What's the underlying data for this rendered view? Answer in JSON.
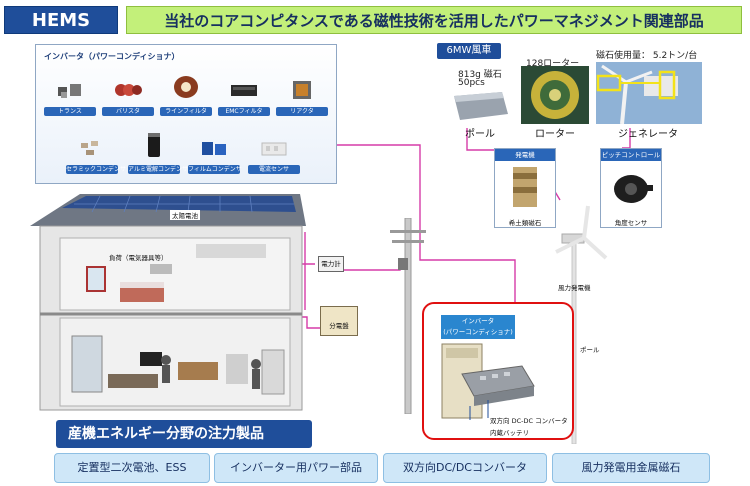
{
  "header": {
    "tag": "HEMS",
    "headline": "当社のコアコンピタンスである磁性技術を活用したパワーマネジメント関連部品"
  },
  "parts_panel": {
    "title": "インバータ（パワーコンディショナ）",
    "items": [
      "トランス",
      "バリスタ",
      "ラインフィルタ",
      "EMCフィルタ",
      "リアクタ",
      "セラミックコンデンサ",
      "アルミ電解コンデンサ",
      "フィルムコンデンサ",
      "電流センサ"
    ]
  },
  "wind": {
    "tag": "6MW風車",
    "magnet_weight": "813g 磁石",
    "magnet_count": "50pcs",
    "rotor_count": "128ローター",
    "magnet_usage": "磁石使用量： 5.2トン/台",
    "pole_label": "ポール",
    "rotor_label": "ローター",
    "generator_label": "ジェネレータ"
  },
  "side_boxes": {
    "generator": {
      "head": "発電機",
      "caption": "希土類磁石"
    },
    "pitch": {
      "head": "ピッチコントロール",
      "caption": "角度センサ"
    }
  },
  "house": {
    "solar_label": "太陽電池",
    "load_label": "負荷（電気器具等）",
    "meter_label": "電力計",
    "breaker_label": "分電盤"
  },
  "turbine_labels": {
    "generator": "風力発電機",
    "pole": "ポール"
  },
  "inverter": {
    "tag_line1": "インバータ",
    "tag_line2": "(パワーコンディショナ)",
    "dcdc_label": "双方向 DC-DC コンバータ",
    "battery_label": "内蔵バッテリ"
  },
  "focus": {
    "title": "産機エネルギー分野の注力製品",
    "products": [
      "定置型二次電池、ESS",
      "インバーター用パワー部品",
      "双方向DC/DCコンバータ",
      "風力発電用金属磁石"
    ]
  },
  "colors": {
    "navy": "#1f4e9a",
    "lime": "#c3f07a",
    "link_line": "#d63ca8",
    "highlight_red": "#e01010"
  }
}
